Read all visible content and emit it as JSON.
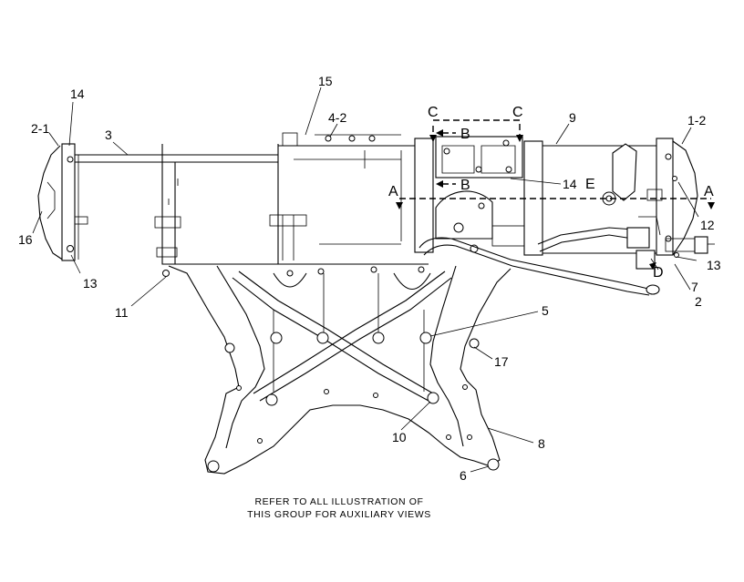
{
  "callouts": {
    "c2_1": "2-1",
    "c14a": "14",
    "c3": "3",
    "c16": "16",
    "c13a": "13",
    "c11": "11",
    "c15": "15",
    "c4_2": "4-2",
    "c9": "9",
    "c1_2": "1-2",
    "c14b": "14",
    "c12": "12",
    "c13b": "13",
    "c7": "7",
    "c2b": "2",
    "c5": "5",
    "c17": "17",
    "c8": "8",
    "c10": "10",
    "c6": "6"
  },
  "views": {
    "a_left": "A",
    "a_right": "A",
    "b_top": "B",
    "b_bottom": "B",
    "c_left": "C",
    "c_right": "C",
    "d": "D",
    "e": "E"
  },
  "note": {
    "line1": "REFER TO ALL ILLUSTRATION OF",
    "line2": "THIS GROUP FOR AUXILIARY VIEWS"
  }
}
